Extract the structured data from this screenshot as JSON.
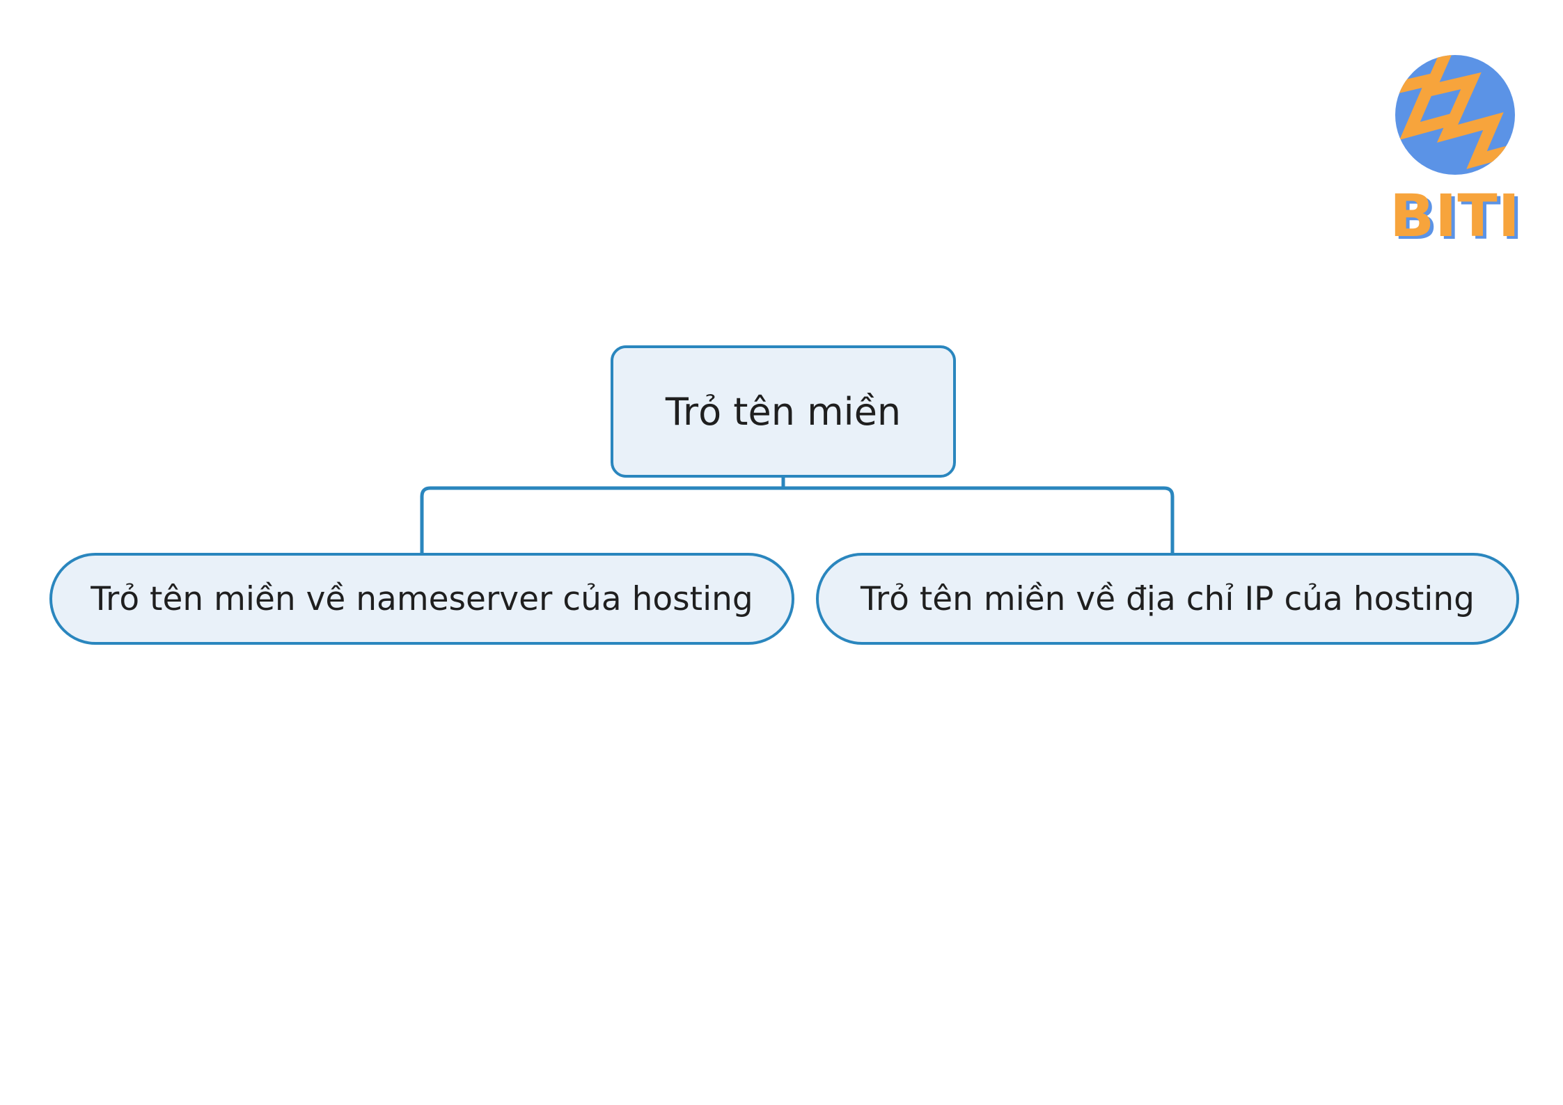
{
  "logo": {
    "text": "BITI",
    "circle_color": "#5b93e6",
    "zigzag_color": "#f7a43c"
  },
  "diagram": {
    "root": {
      "label": "Trỏ tên miền"
    },
    "children": [
      {
        "label": "Trỏ tên miền về nameserver của hosting"
      },
      {
        "label": "Trỏ tên miền về địa chỉ IP của hosting"
      }
    ],
    "colors": {
      "node_fill": "#e9f1f9",
      "node_border": "#2a86be",
      "connector": "#2a86be"
    }
  }
}
